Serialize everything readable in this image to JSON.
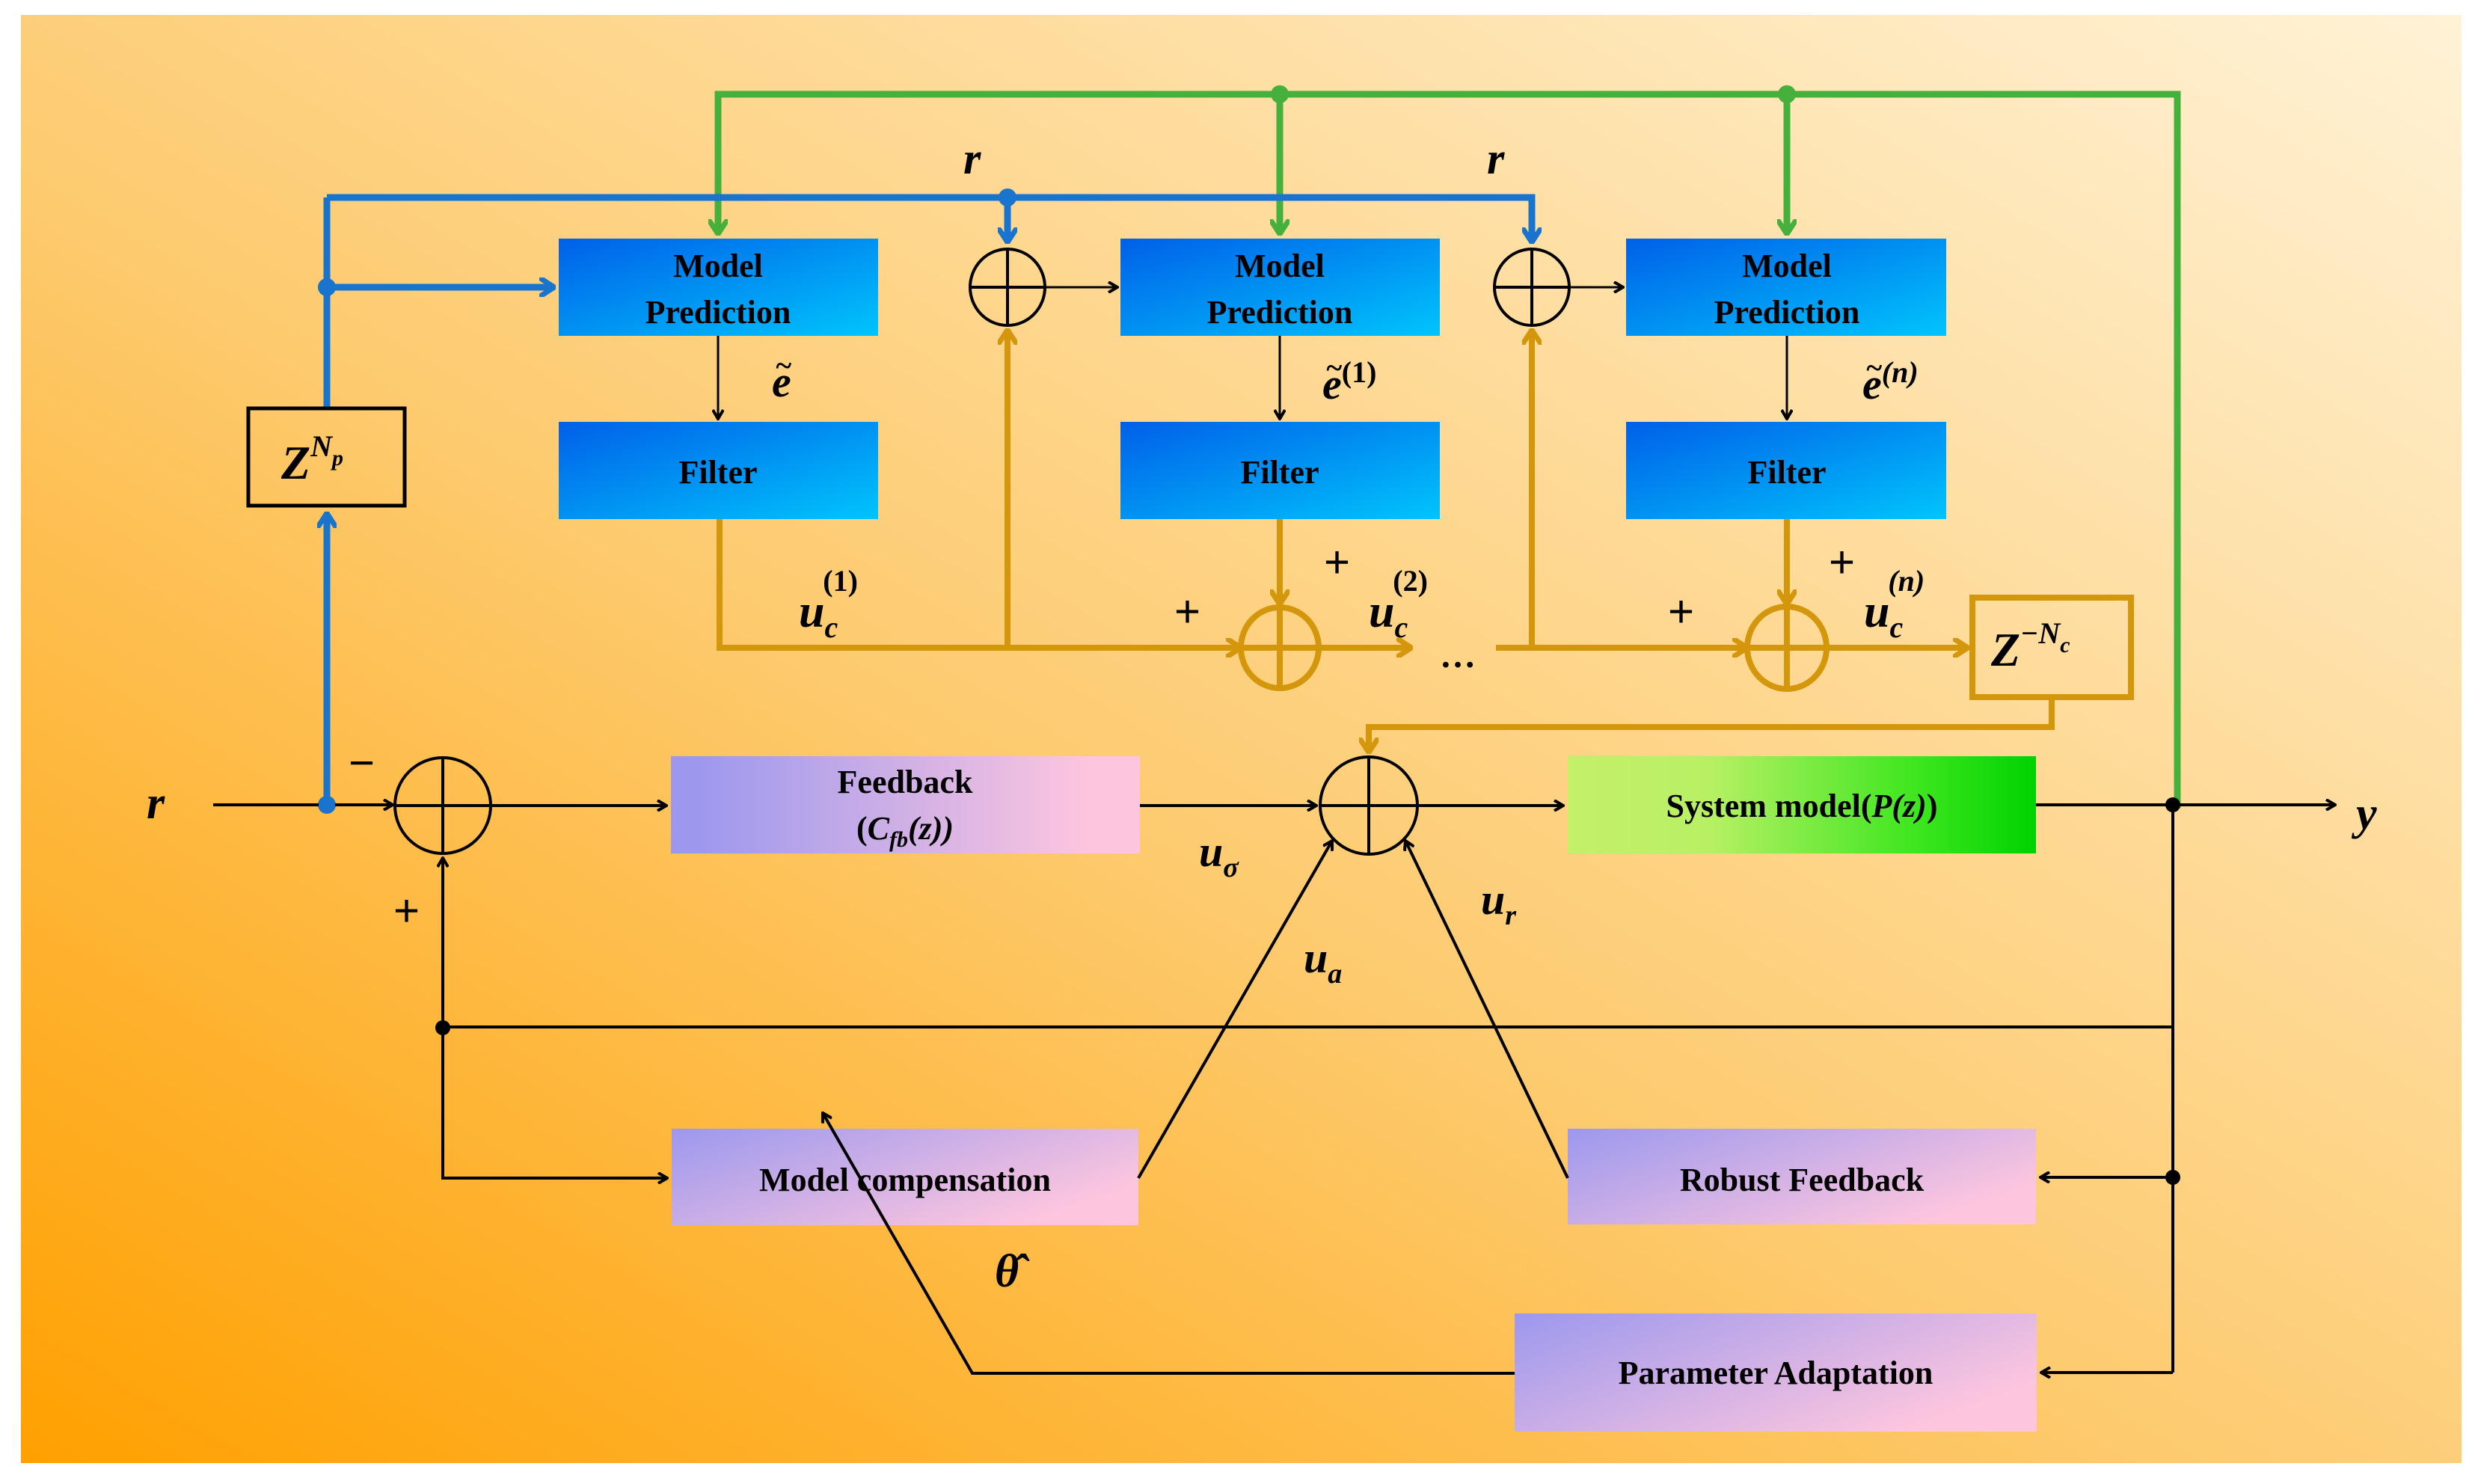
{
  "diagram": {
    "title": "Iterative model-predictive control architecture with adaptive robust feedback",
    "colors": {
      "background_light": "#FFF0D2",
      "background_dark": "#FFA000",
      "blue_signal": "#1874CD",
      "green_signal": "#46B03C",
      "orange_signal": "#D4960A",
      "black_signal": "#000000",
      "mpc_box_from": "#0060E8",
      "mpc_box_to": "#00C4FC",
      "control_box_from": "#9C98EE",
      "control_box_to": "#FEC6DE",
      "plant_box_from": "#C4F06A",
      "plant_box_to": "#00D200"
    },
    "prediction_stages": [
      {
        "model_label_line1": "Model",
        "model_label_line2": "Prediction",
        "filter_label": "Filter",
        "error_base": "e",
        "error_sup": "",
        "control_base": "u",
        "control_sub": "c",
        "control_sup": "(1)"
      },
      {
        "model_label_line1": "Model",
        "model_label_line2": "Prediction",
        "filter_label": "Filter",
        "error_base": "e",
        "error_sup": "(1)",
        "control_base": "u",
        "control_sub": "c",
        "control_sup": "(2)"
      },
      {
        "model_label_line1": "Model",
        "model_label_line2": "Prediction",
        "filter_label": "Filter",
        "error_base": "e",
        "error_sup": "(n)",
        "control_base": "u",
        "control_sub": "c",
        "control_sup": "(n)"
      }
    ],
    "delay_blocks": {
      "prediction": {
        "base": "Z",
        "sup_base": "N",
        "sup_sub": "p"
      },
      "control": {
        "base": "Z",
        "sup_base": "−N",
        "sup_sub": "c"
      }
    },
    "signals": {
      "reference": "r",
      "reference_tap_1": "r",
      "reference_tap_2": "r",
      "output": "y",
      "u_sigma": {
        "base": "u",
        "sub": "σ"
      },
      "u_a": {
        "base": "u",
        "sub": "a"
      },
      "u_r": {
        "base": "u",
        "sub": "r"
      },
      "theta_hat": "θ̂",
      "ellipsis": "…"
    },
    "signs": {
      "minus": "−",
      "plus": "+"
    },
    "blocks": {
      "feedback_line1": "Feedback",
      "feedback_line2_open": "(",
      "feedback_line2_C": "C",
      "feedback_line2_sub": "fb",
      "feedback_line2_rest": "(z))",
      "system_model_text": "System model(",
      "system_model_math": "P(z)",
      "system_model_close": ")",
      "model_compensation": "Model compensation",
      "robust_feedback": "Robust Feedback",
      "parameter_adaptation": "Parameter Adaptation"
    }
  }
}
